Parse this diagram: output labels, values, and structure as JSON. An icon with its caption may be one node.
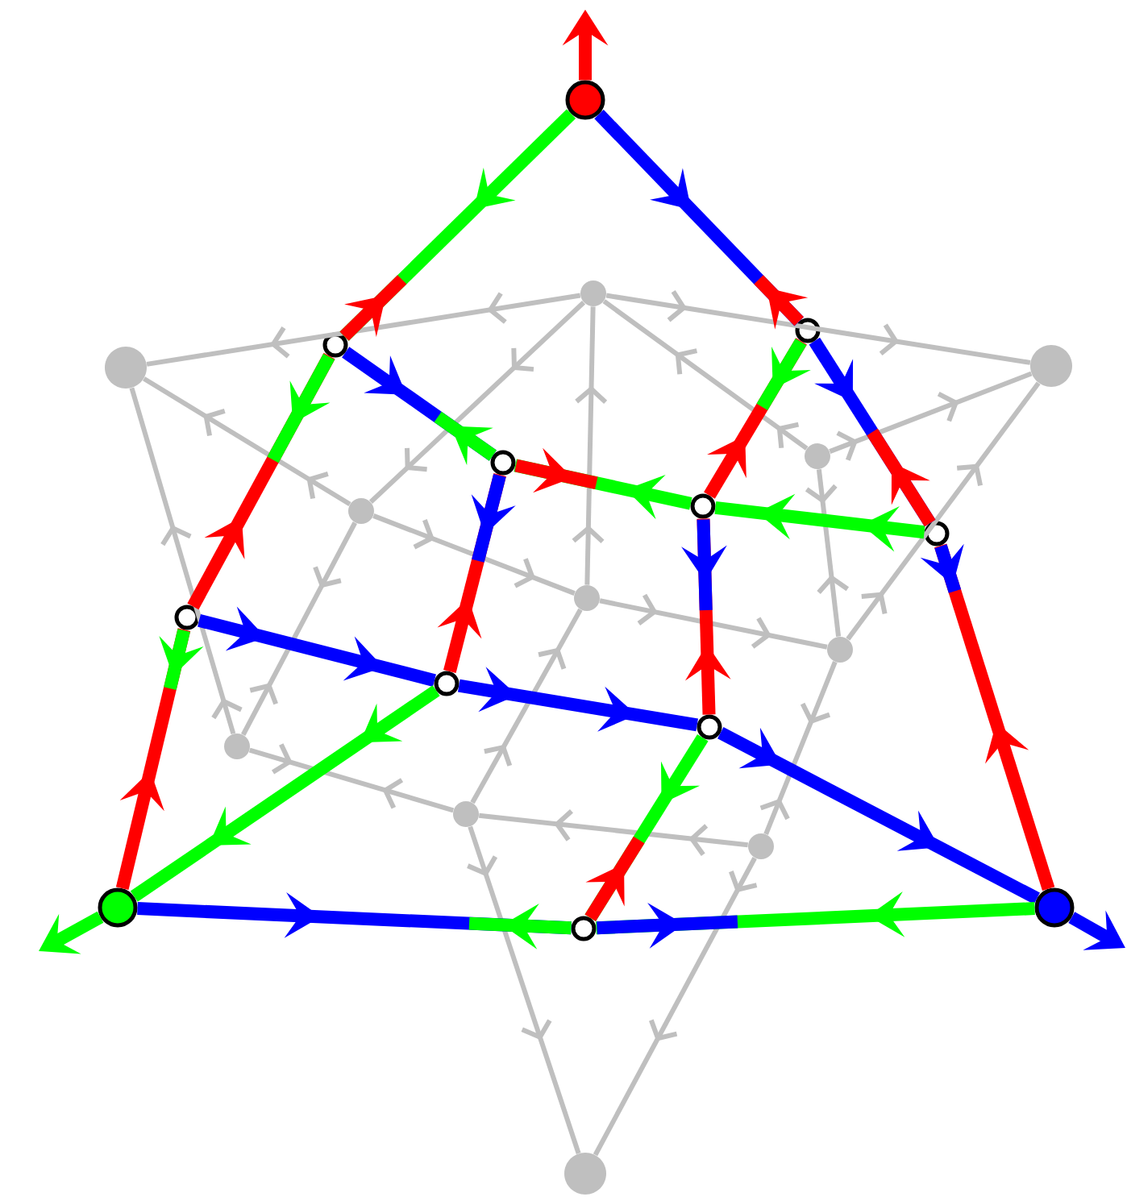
{
  "diagram": {
    "nodes": [
      {
        "text": [],
        "shape": "circle"
      },
      {
        "text": [],
        "shape": "circle"
      },
      {
        "text": [],
        "shape": "circle"
      },
      {
        "text": [],
        "shape": "circle"
      },
      {
        "text": [],
        "shape": "circle"
      },
      {
        "text": [],
        "shape": "circle"
      },
      {
        "text": [],
        "shape": "circle"
      },
      {
        "text": [],
        "shape": "circle"
      },
      {
        "text": [],
        "shape": "circle"
      },
      {
        "text": [],
        "shape": "circle"
      },
      {
        "text": [],
        "shape": "circle"
      },
      {
        "text": [],
        "shape": "circle"
      },
      {
        "text": [],
        "shape": "circle"
      },
      {
        "text": [],
        "shape": "circle"
      },
      {
        "text": [],
        "shape": "circle"
      },
      {
        "text": [],
        "shape": "circle"
      },
      {
        "text": [],
        "shape": "circle"
      },
      {
        "text": [],
        "shape": "circle"
      },
      {
        "text": [],
        "shape": "circle"
      },
      {
        "text": [],
        "shape": "circle"
      },
      {
        "text": [],
        "shape": "circle"
      },
      {
        "text": [],
        "shape": "circle"
      },
      {
        "text": [],
        "shape": "circle"
      }
    ],
    "edges": [
      {
        "from": 0,
        "to": 3,
        "arrow": "to",
        "color": "#00ff00"
      },
      {
        "from": 0,
        "to": 4,
        "arrow": "to",
        "color": "#0000ff"
      },
      {
        "from": 3,
        "to": 8,
        "arrow": "to",
        "color": "#ff0000"
      },
      {
        "from": 3,
        "to": 5,
        "arrow": "to",
        "color": "#0000ff"
      },
      {
        "from": 5,
        "to": 6,
        "arrow": "to",
        "color": "#00ff00"
      },
      {
        "from": 7,
        "to": 6,
        "arrow": "to",
        "color": "#00ff00"
      },
      {
        "from": 4,
        "to": 6,
        "arrow": "to",
        "color": "#ff0000"
      },
      {
        "from": 4,
        "to": 7,
        "arrow": "to",
        "color": "#0000ff"
      },
      {
        "from": 5,
        "to": 9,
        "arrow": "to",
        "color": "#ff0000"
      },
      {
        "from": 6,
        "to": 10,
        "arrow": "to",
        "color": "#ff0000"
      },
      {
        "from": 7,
        "to": 2,
        "arrow": "to",
        "color": "#ff0000"
      },
      {
        "from": 8,
        "to": 9,
        "arrow": "to",
        "color": "#0000ff"
      },
      {
        "from": 8,
        "to": 1,
        "arrow": "to",
        "color": "#ff0000"
      },
      {
        "from": 9,
        "to": 10,
        "arrow": "to",
        "color": "#0000ff"
      },
      {
        "from": 9,
        "to": 1,
        "arrow": "to",
        "color": "#00ff00"
      },
      {
        "from": 10,
        "to": 2,
        "arrow": "to",
        "color": "#0000ff"
      },
      {
        "from": 10,
        "to": 11,
        "arrow": "to",
        "color": "#00ff00"
      },
      {
        "from": 1,
        "to": 11,
        "arrow": "to",
        "color": "#0000ff"
      },
      {
        "from": 11,
        "to": 2,
        "arrow": "to",
        "color": "#00ff00"
      },
      {
        "from": 12,
        "to": 13,
        "arrow": "to",
        "color": "#bfbfbf"
      },
      {
        "from": 12,
        "to": 14,
        "arrow": "to",
        "color": "#bfbfbf"
      },
      {
        "from": 15,
        "to": 13,
        "arrow": "to",
        "color": "#bfbfbf"
      },
      {
        "from": 12,
        "to": 15,
        "arrow": "to",
        "color": "#bfbfbf"
      },
      {
        "from": 17,
        "to": 12,
        "arrow": "to",
        "color": "#bfbfbf"
      },
      {
        "from": 16,
        "to": 18,
        "arrow": "to",
        "color": "#bfbfbf"
      },
      {
        "from": 16,
        "to": 12,
        "arrow": "to",
        "color": "#bfbfbf"
      },
      {
        "from": 16,
        "to": 14,
        "arrow": "to",
        "color": "#bfbfbf"
      },
      {
        "from": 15,
        "to": 17,
        "arrow": "to",
        "color": "#bfbfbf"
      },
      {
        "from": 17,
        "to": 18,
        "arrow": "to",
        "color": "#bfbfbf"
      },
      {
        "from": 18,
        "to": 14,
        "arrow": "to",
        "color": "#bfbfbf"
      },
      {
        "from": 15,
        "to": 19,
        "arrow": "to",
        "color": "#bfbfbf"
      },
      {
        "from": 19,
        "to": 13,
        "arrow": "to",
        "color": "#bfbfbf"
      },
      {
        "from": 20,
        "to": 17,
        "arrow": "to",
        "color": "#bfbfbf"
      },
      {
        "from": 19,
        "to": 20,
        "arrow": "to",
        "color": "#bfbfbf"
      },
      {
        "from": 18,
        "to": 21,
        "arrow": "to",
        "color": "#bfbfbf"
      },
      {
        "from": 21,
        "to": 20,
        "arrow": "to",
        "color": "#bfbfbf"
      },
      {
        "from": 20,
        "to": 22,
        "arrow": "to",
        "color": "#bfbfbf"
      },
      {
        "from": 21,
        "to": 22,
        "arrow": "to",
        "color": "#bfbfbf"
      },
      {
        "from": 0,
        "to": null,
        "arrow": "to",
        "color": "#ff0000"
      },
      {
        "from": 1,
        "to": null,
        "arrow": "to",
        "color": "#00ff00"
      },
      {
        "from": 2,
        "to": null,
        "arrow": "to",
        "color": "#0000ff"
      }
    ]
  }
}
